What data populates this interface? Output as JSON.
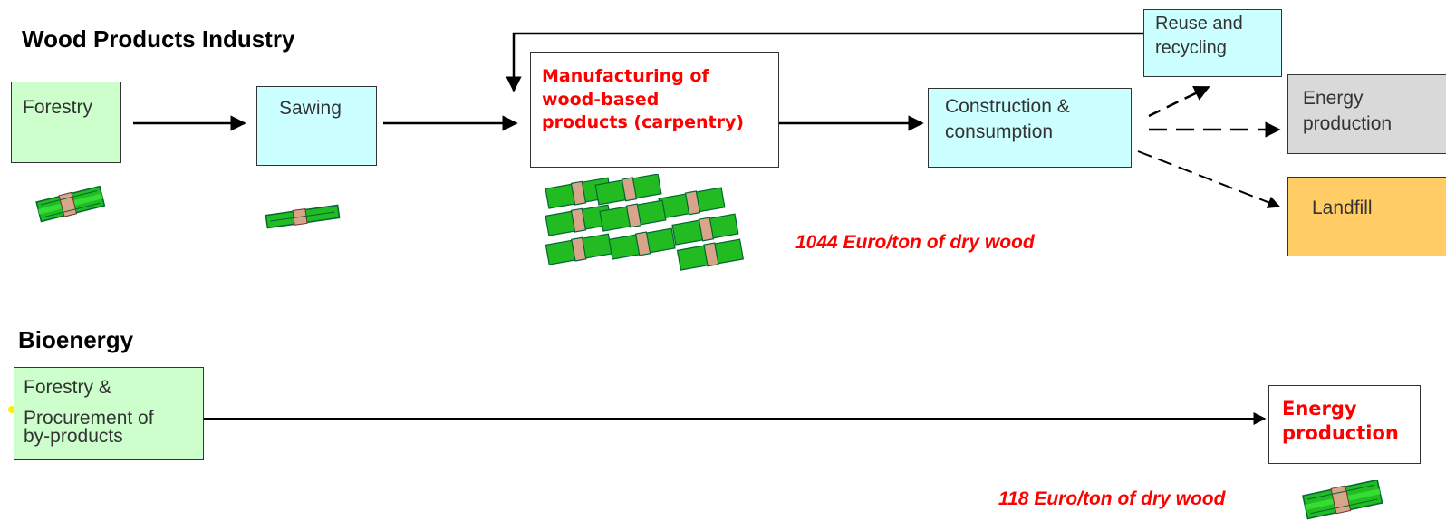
{
  "sections": {
    "wood_industry": "Wood Products Industry",
    "bioenergy": "Bioenergy"
  },
  "nodes": {
    "forestry": "Forestry",
    "sawing": "Sawing",
    "manufacturing": [
      "Manufacturing of",
      "wood-based",
      "products (carpentry)"
    ],
    "construction": [
      "Construction &",
      "consumption"
    ],
    "reuse": [
      "Reuse and",
      "recycling"
    ],
    "energy": [
      "Energy",
      "production"
    ],
    "landfill": "Landfill",
    "forestry_procurement": [
      "Forestry &",
      "Procurement of",
      "by-products"
    ],
    "energy_bio": [
      "Energy",
      "production"
    ]
  },
  "values": {
    "wood_products": "1044 Euro/ton of dry wood",
    "bioenergy": "118 Euro/ton of dry wood"
  },
  "colors": {
    "forestry": "#ccffcc",
    "sawing": "#ccffff",
    "energy": "#d9d9d9",
    "landfill": "#ffcc66",
    "highlight_text": "#ff0000"
  },
  "icons": [
    "money-stack-icon"
  ]
}
